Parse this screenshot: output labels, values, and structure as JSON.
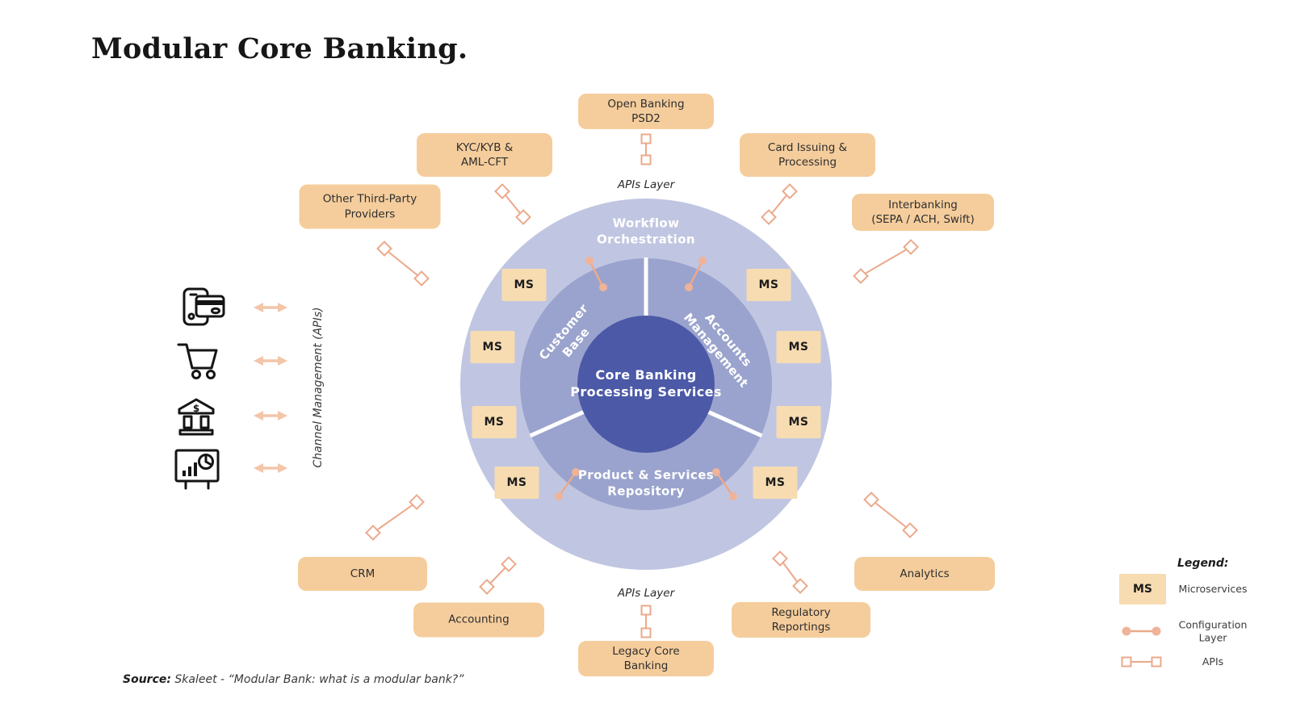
{
  "title": "Modular Core Banking.",
  "colors": {
    "peach_box": "#f5cd9c",
    "peach_ms": "#f7dcb2",
    "salmon_connector": "#eba98b",
    "arrow": "#f3c5a9",
    "ring_outer": "#c0c6e1",
    "ring_middle": "#9aa3cd",
    "core_circle": "#4c59a7"
  },
  "diagram": {
    "center_label": "Core Banking\nProcessing Services",
    "outer_ring_label": "Workflow\nOrchestration",
    "segments": {
      "customer_base": "Customer\nBase",
      "accounts_management": "Accounts\nManagement",
      "product_services": "Product & Services\nRepository"
    },
    "ms_label": "MS",
    "apis_layer_top": "APIs Layer",
    "apis_layer_bottom": "APIs Layer"
  },
  "external_systems": {
    "open_banking": "Open Banking\nPSD2",
    "kyc": "KYC/KYB &\nAML-CFT",
    "card_issuing": "Card Issuing &\nProcessing",
    "other_third_party": "Other Third-Party\nProviders",
    "interbanking": "Interbanking\n(SEPA / ACH, Swift)",
    "crm": "CRM",
    "accounting": "Accounting",
    "legacy_core": "Legacy Core\nBanking",
    "regulatory": "Regulatory\nReportings",
    "analytics": "Analytics"
  },
  "channels": {
    "label": "Channel Management (APIs)",
    "bank_symbol": "$",
    "icons": [
      "mobile-payment",
      "ecommerce-cart",
      "bank-branch",
      "analytics-dashboard"
    ]
  },
  "legend": {
    "title": "Legend:",
    "ms_label": "MS",
    "microservices": "Microservices",
    "configuration_layer": "Configuration\nLayer",
    "apis": "APIs"
  },
  "source": {
    "prefix": "Source:",
    "text": " Skaleet - “Modular Bank: what is a modular bank?”"
  }
}
